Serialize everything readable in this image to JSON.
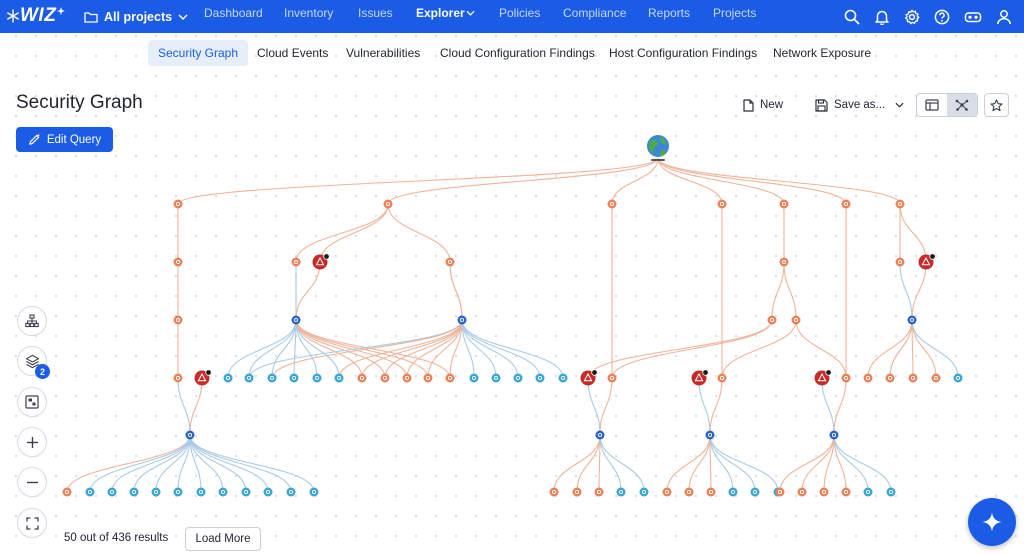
{
  "app": {
    "logo_text": "WIZ"
  },
  "topnav": {
    "project_label": "All projects",
    "links": [
      {
        "label": "Dashboard",
        "active": false
      },
      {
        "label": "Inventory",
        "active": false
      },
      {
        "label": "Issues",
        "active": false
      },
      {
        "label": "Explorer",
        "active": true
      },
      {
        "label": "Policies",
        "active": false
      },
      {
        "label": "Compliance",
        "active": false
      },
      {
        "label": "Reports",
        "active": false
      },
      {
        "label": "Projects",
        "active": false
      }
    ],
    "icons": [
      "search-icon",
      "bell-icon",
      "gear-icon",
      "help-icon",
      "vr-headset-icon",
      "user-icon"
    ]
  },
  "subtabs": [
    {
      "label": "Security Graph",
      "active": true
    },
    {
      "label": "Cloud Events",
      "active": false
    },
    {
      "label": "Vulnerabilities",
      "active": false
    },
    {
      "label": "Cloud Configuration Findings",
      "active": false
    },
    {
      "label": "Host Configuration Findings",
      "active": false
    },
    {
      "label": "Network Exposure",
      "active": false
    }
  ],
  "page": {
    "title": "Security Graph",
    "edit_query_label": "Edit Query",
    "new_label": "New",
    "save_as_label": "Save as..."
  },
  "tools": {
    "layers_badge": "2"
  },
  "footer": {
    "results_text": "50 out of 436 results",
    "load_more_label": "Load More"
  },
  "colors": {
    "brand": "#1a5ce5",
    "node_orange": "#e8835a",
    "node_blue": "#3aa6d6",
    "node_darkblue": "#2a63c9",
    "alert_red": "#c62a2a",
    "edge_orange": "#efb49a",
    "edge_blue": "#a9cbe6"
  }
}
